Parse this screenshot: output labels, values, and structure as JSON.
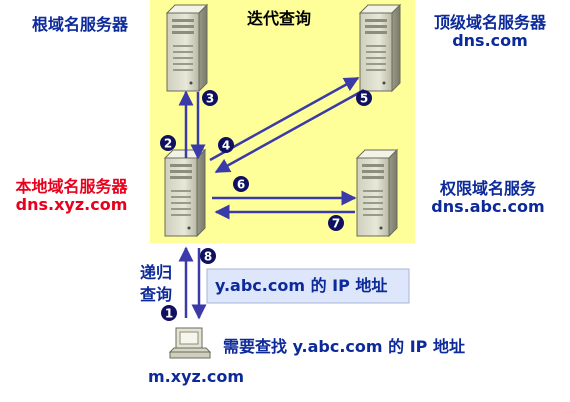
{
  "title": "迭代查询",
  "nodes": {
    "root": {
      "label": "根域名服务器"
    },
    "tld": {
      "label": "顶级域名服务器",
      "host": "dns.com"
    },
    "local": {
      "label": "本地域名服务器",
      "host": "dns.xyz.com"
    },
    "auth": {
      "label": "权限域名服务",
      "host": "dns.abc.com"
    },
    "client": {
      "host": "m.xyz.com"
    }
  },
  "steps": [
    "1",
    "2",
    "3",
    "4",
    "5",
    "6",
    "7",
    "8"
  ],
  "recursive_label_line1": "递归",
  "recursive_label_line2": "查询",
  "answer_box": "y.abc.com 的 IP 地址",
  "request_text": "需要查找 y.abc.com 的 IP 地址",
  "colors": {
    "panel": "#ffff99",
    "arrow": "#3a3aa8",
    "label_blue": "#0d2a9a",
    "label_red": "#e8001c",
    "answer_box_fill": "#dde6fb"
  }
}
